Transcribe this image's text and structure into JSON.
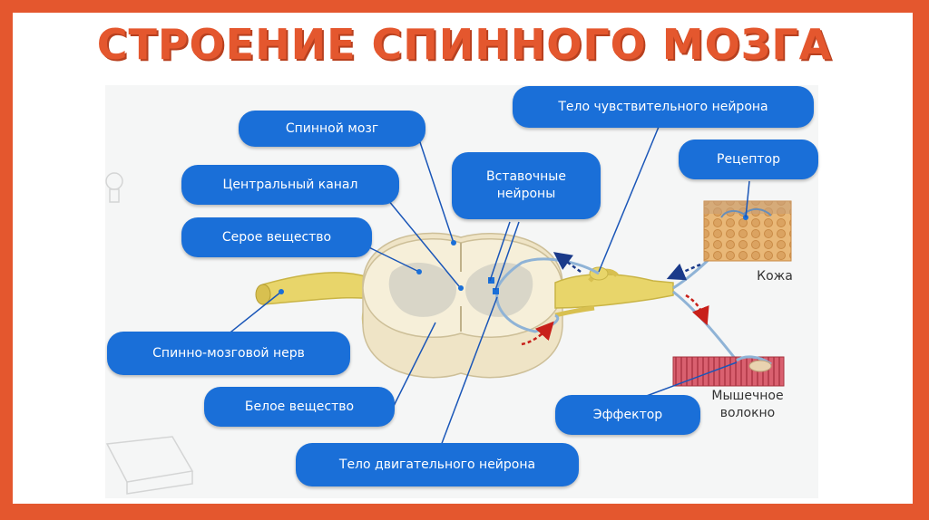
{
  "title": "СТРОЕНИЕ СПИННОГО МОЗГА",
  "labels": {
    "spinal_cord": "Спинной мозг",
    "central_canal": "Центральный канал",
    "grey_matter": "Серое вещество",
    "spinal_nerve": "Спинно-мозговой нерв",
    "white_matter": "Белое вещество",
    "motor_neuron": "Тело двигательного нейрона",
    "interneurons": "Вставочные нейроны",
    "sensory_neuron": "Тело чувствительного нейрона",
    "receptor": "Рецептор",
    "effector": "Эффектор"
  },
  "captions": {
    "skin": "Кожа",
    "muscle_fiber": "Мышечное волокно"
  },
  "colors": {
    "background": "#e4572e",
    "title": "#e4572e",
    "label_fill": "#1a6fd8",
    "leader_line": "#1a56b8",
    "nerve": "#e8d56a",
    "cord": "#f0e8cf",
    "grey_matter": "#d9d6c8",
    "neuron_path": "#8fb3d6",
    "signal_arrow": "#d8342a"
  }
}
